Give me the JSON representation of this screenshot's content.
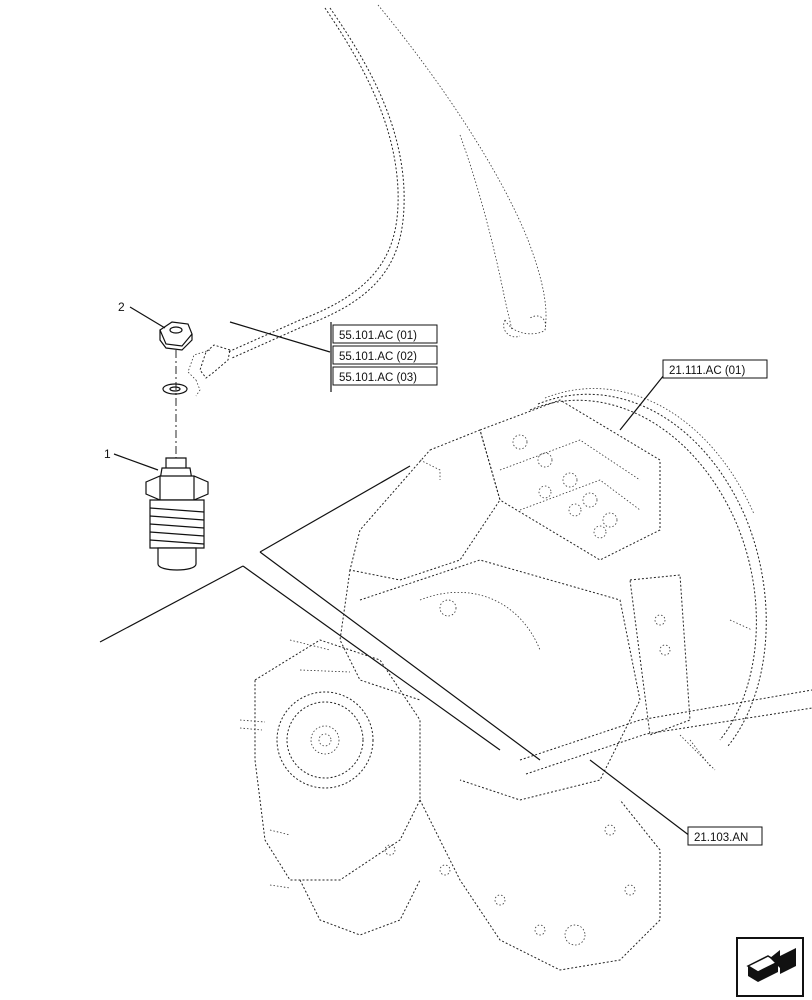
{
  "callouts": [
    {
      "id": "callout-1",
      "text": "1"
    },
    {
      "id": "callout-2",
      "text": "2"
    }
  ],
  "references": [
    {
      "id": "ref-55-101-ac-01",
      "text": "55.101.AC (01)"
    },
    {
      "id": "ref-55-101-ac-02",
      "text": "55.101.AC (02)"
    },
    {
      "id": "ref-55-101-ac-03",
      "text": "55.101.AC (03)"
    },
    {
      "id": "ref-21-111-ac-01",
      "text": "21.111.AC (01)"
    },
    {
      "id": "ref-21-103-an",
      "text": "21.103.AN"
    }
  ],
  "icons": {
    "view_direction": "view-direction-arrow-icon"
  }
}
